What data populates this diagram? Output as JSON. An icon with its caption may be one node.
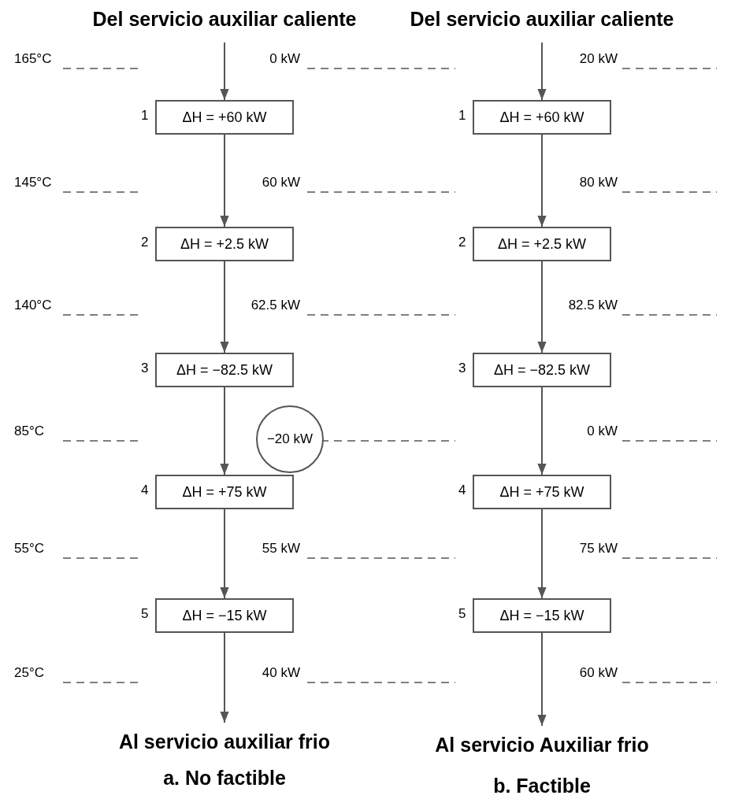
{
  "diagram": {
    "nodes": [
      {
        "text": [
          "Del servicio auxiliar caliente"
        ]
      },
      {
        "text": [
          "ΔH = +60 kW"
        ],
        "beside": [
          "1"
        ]
      },
      {
        "text": [
          "ΔH = +2.5 kW"
        ],
        "beside": [
          "2"
        ]
      },
      {
        "text": [
          "ΔH = −82.5 kW"
        ],
        "beside": [
          "3"
        ]
      },
      {
        "text": [
          "ΔH = +75 kW"
        ],
        "beside": [
          "4"
        ]
      },
      {
        "text": [
          "ΔH = −15 kW"
        ],
        "beside": [
          "5"
        ]
      },
      {
        "text": [
          "Al servicio auxiliar frio"
        ]
      },
      {
        "text": [
          "Del servicio auxiliar caliente"
        ]
      },
      {
        "text": [
          "ΔH = +60 kW"
        ],
        "beside": [
          "1"
        ]
      },
      {
        "text": [
          "ΔH = +2.5 kW"
        ],
        "beside": [
          "2"
        ]
      },
      {
        "text": [
          "ΔH = −82.5 kW"
        ],
        "beside": [
          "3"
        ]
      },
      {
        "text": [
          "ΔH = +75 kW"
        ],
        "beside": [
          "4"
        ]
      },
      {
        "text": [
          "ΔH = −15 kW"
        ],
        "beside": [
          "5"
        ]
      },
      {
        "text": [
          "Al servicio Auxiliar frio"
        ]
      }
    ],
    "edges": [
      {
        "from": 0,
        "to": 1,
        "arrow": "to",
        "label": "0 kW"
      },
      {
        "from": 1,
        "to": 2,
        "arrow": "to",
        "label": "60 kW"
      },
      {
        "from": 2,
        "to": 3,
        "arrow": "to",
        "label": "62.5 kW"
      },
      {
        "from": 3,
        "to": 4,
        "arrow": "to",
        "label": "−20 kW"
      },
      {
        "from": 4,
        "to": 5,
        "arrow": "to",
        "label": "55 kW"
      },
      {
        "from": 5,
        "to": 6,
        "arrow": "to",
        "label": "40 kW"
      },
      {
        "from": 7,
        "to": 8,
        "arrow": "to",
        "label": "20 kW"
      },
      {
        "from": 8,
        "to": 9,
        "arrow": "to",
        "label": "80 kW"
      },
      {
        "from": 9,
        "to": 10,
        "arrow": "to",
        "label": "82.5 kW"
      },
      {
        "from": 10,
        "to": 11,
        "arrow": "to",
        "label": "0 kW"
      },
      {
        "from": 11,
        "to": 12,
        "arrow": "to",
        "label": "75 kW"
      },
      {
        "from": 12,
        "to": 13,
        "arrow": "to",
        "label": "60 kW"
      }
    ],
    "labels": [
      "165°C",
      "145°C",
      "140°C",
      "85°C",
      "55°C",
      "25°C",
      "a. No factible",
      "b. Factible"
    ]
  }
}
